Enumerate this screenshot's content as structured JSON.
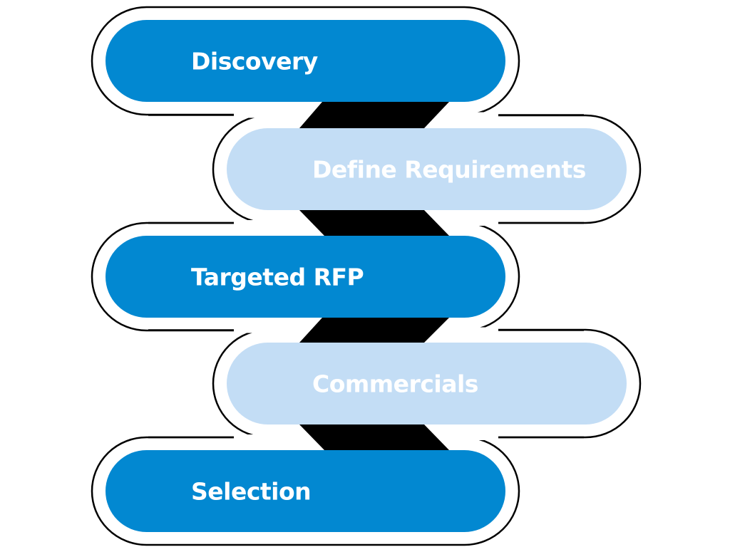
{
  "diagram": {
    "title": "",
    "colors": {
      "primary": "#0288D1",
      "secondary": "#C3DDF5",
      "text": "#FFFFFF",
      "outline": "#000000",
      "connector": "#000000"
    },
    "steps": [
      {
        "order": 1,
        "label": "Discovery",
        "style": "primary"
      },
      {
        "order": 2,
        "label": "Define Requirements",
        "style": "secondary"
      },
      {
        "order": 3,
        "label": "Targeted RFP",
        "style": "primary"
      },
      {
        "order": 4,
        "label": "Commercials",
        "style": "secondary"
      },
      {
        "order": 5,
        "label": "Selection",
        "style": "primary"
      }
    ],
    "connectors": [
      {
        "from": 1,
        "to": 2
      },
      {
        "from": 2,
        "to": 3
      },
      {
        "from": 3,
        "to": 4
      },
      {
        "from": 4,
        "to": 5
      }
    ]
  }
}
